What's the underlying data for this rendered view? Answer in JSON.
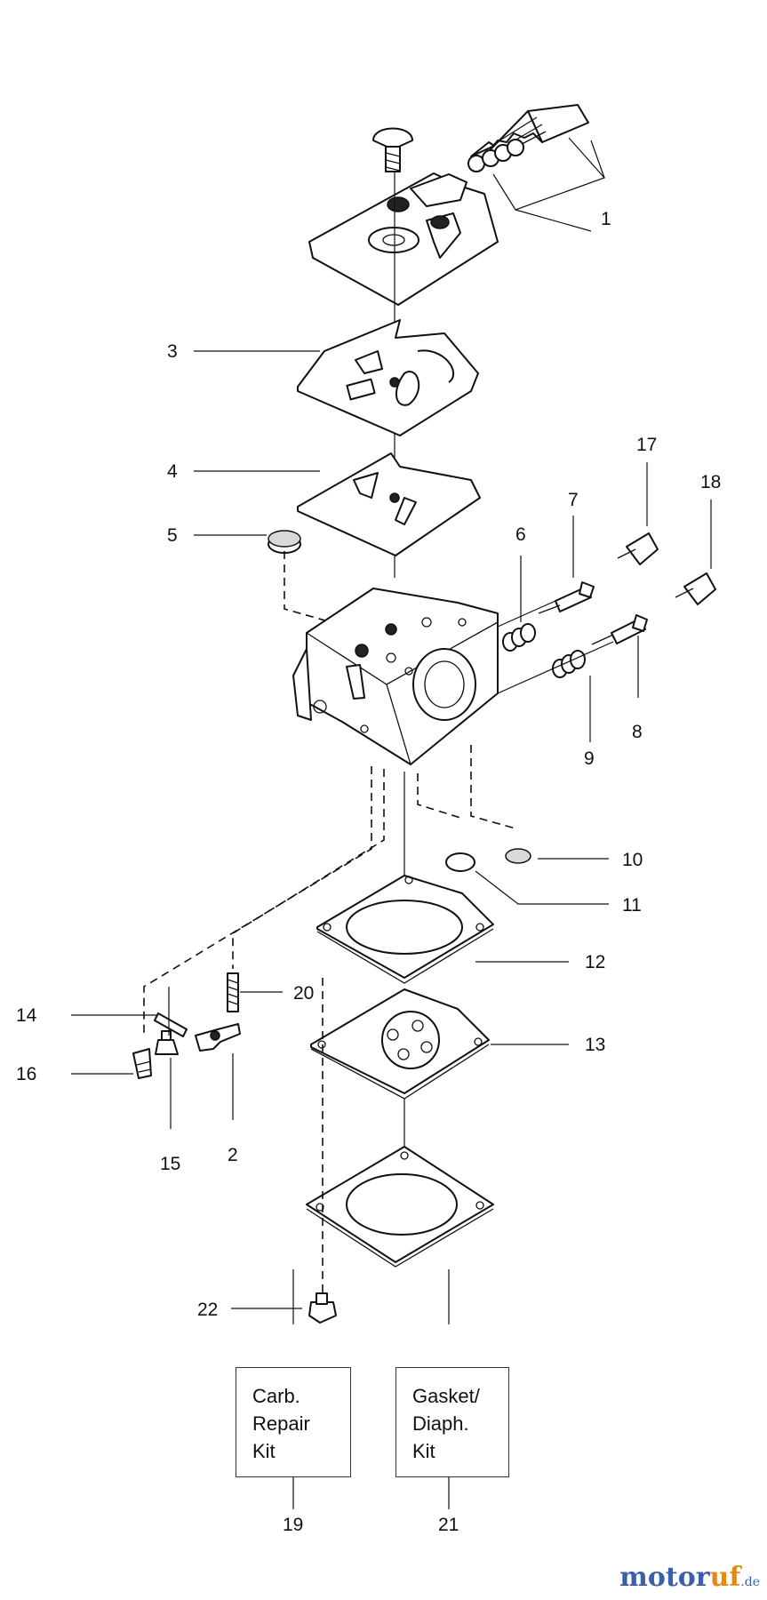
{
  "callouts": {
    "c1": "1",
    "c2": "2",
    "c3": "3",
    "c4": "4",
    "c5": "5",
    "c6": "6",
    "c7": "7",
    "c8": "8",
    "c9": "9",
    "c10": "10",
    "c11": "11",
    "c12": "12",
    "c13": "13",
    "c14": "14",
    "c15": "15",
    "c16": "16",
    "c17": "17",
    "c18": "18",
    "c19": "19",
    "c20": "20",
    "c21": "21",
    "c22": "22"
  },
  "kits": {
    "repair": {
      "lines": [
        "Carb.",
        "Repair",
        "Kit"
      ]
    },
    "gasket": {
      "lines": [
        "Gasket/",
        "Diaph.",
        "Kit"
      ]
    }
  },
  "watermark": {
    "part_a": "motor",
    "part_b": "uf",
    "tld": ".de"
  },
  "colors": {
    "watermark_blue": "#3b5fa8",
    "watermark_orange": "#e08a17"
  }
}
